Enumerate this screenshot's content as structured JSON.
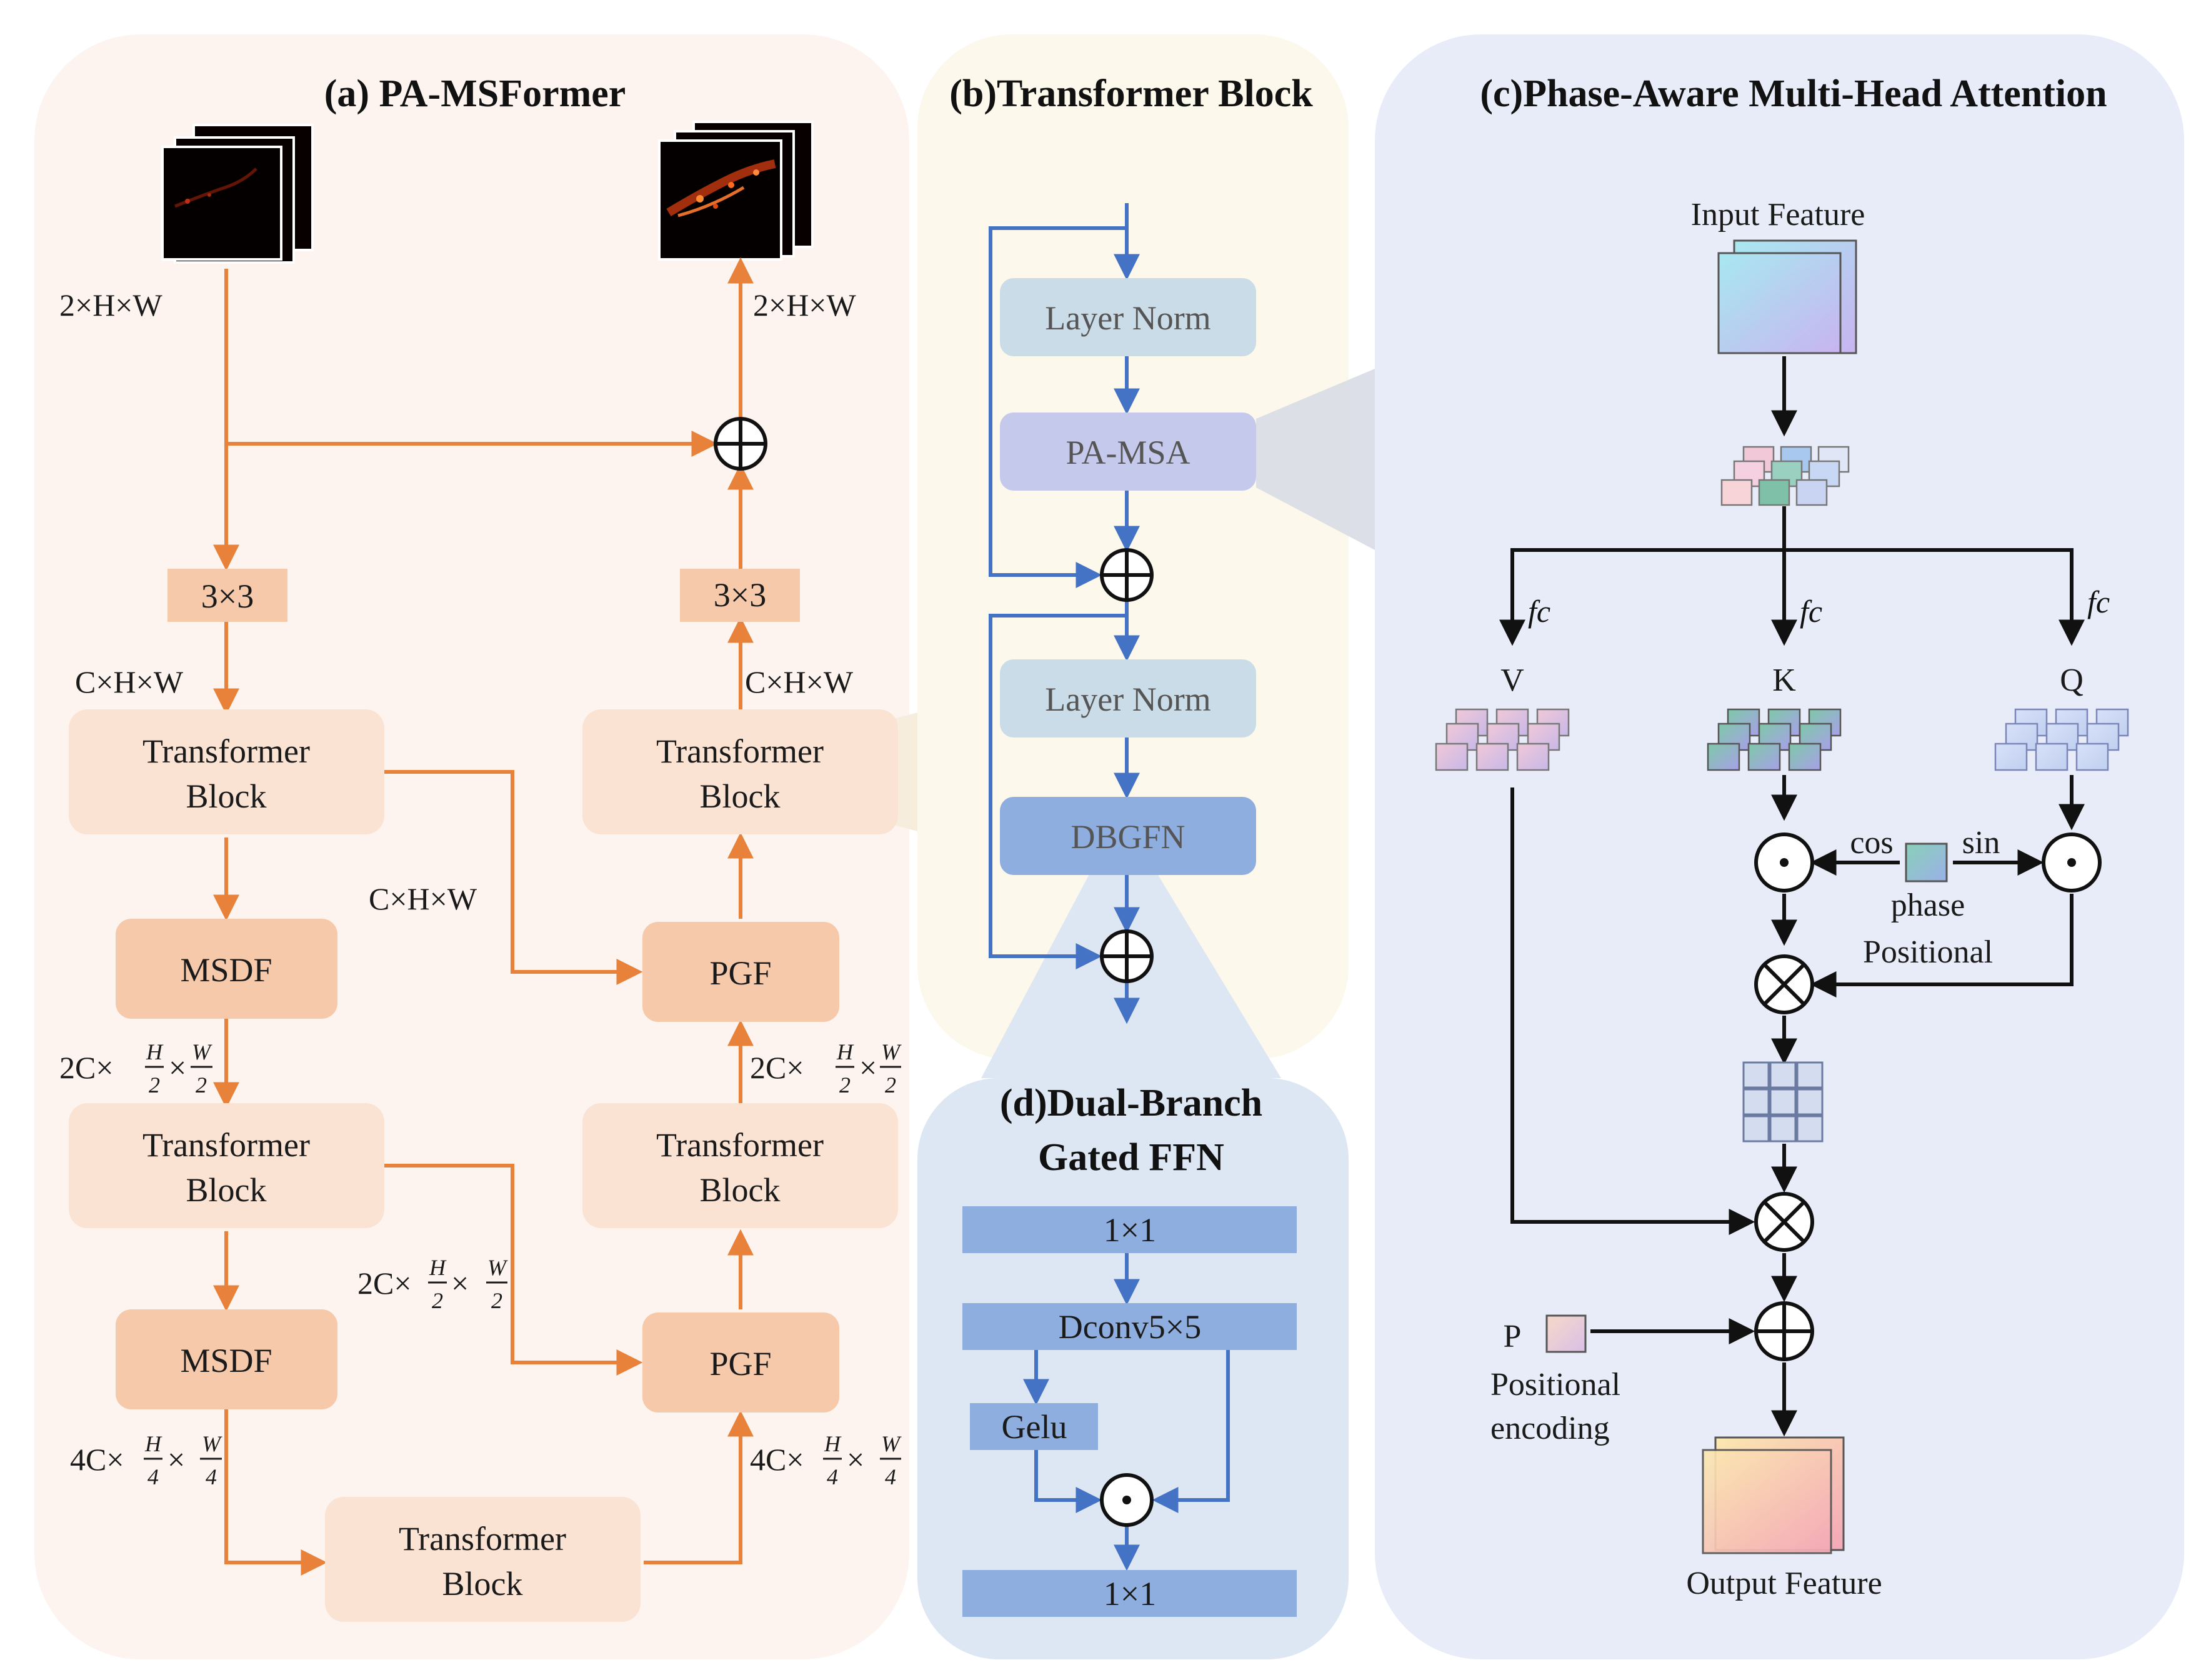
{
  "panels": {
    "a": {
      "title": "(a) PA-MSFormer"
    },
    "b": {
      "title": "(b)Transformer Block"
    },
    "c": {
      "title": "(c)Phase-Aware Multi-Head Attention"
    },
    "d": {
      "title_line1": "(d)Dual-Branch",
      "title_line2": "Gated FFN"
    }
  },
  "panel_a": {
    "input_dim": "2×H×W",
    "output_dim": "2×H×W",
    "conv_in": "3×3",
    "conv_out": "3×3",
    "dim_c1": "C×H×W",
    "dim_c_out": "C×H×W",
    "dim_c_skip1": "C×H×W",
    "dim_2c_prefix": "2C×",
    "dim_4c_prefix": "4C×",
    "times": "×",
    "frac_h": "H",
    "frac_w": "W",
    "den_2": "2",
    "den_4": "4",
    "transformer_block_line1": "Transformer",
    "transformer_block_line2": "Block",
    "msdf": "MSDF",
    "pgf": "PGF"
  },
  "panel_b": {
    "layer_norm": "Layer Norm",
    "pa_msa": "PA-MSA",
    "dbgfn": "DBGFN"
  },
  "panel_c": {
    "input_feature": "Input Feature",
    "output_feature": "Output Feature",
    "fc": "fc",
    "v": "V",
    "k": "K",
    "q": "Q",
    "cos": "cos",
    "sin": "sin",
    "phase": "phase",
    "positional": "Positional",
    "p": "P",
    "positional_encoding_line1": "Positional",
    "positional_encoding_line2": "encoding"
  },
  "panel_d": {
    "conv1": "1×1",
    "dconv": "Dconv5×5",
    "gelu": "Gelu",
    "conv2": "1×1"
  },
  "colors": {
    "orange": "#e8813a",
    "blue": "#4472c4",
    "panel_a_bg": "#fdf4f0",
    "panel_b_bg": "#fdf8ec",
    "panel_c_bg": "#e8ecf8",
    "panel_d_bg": "#dde6f3"
  }
}
